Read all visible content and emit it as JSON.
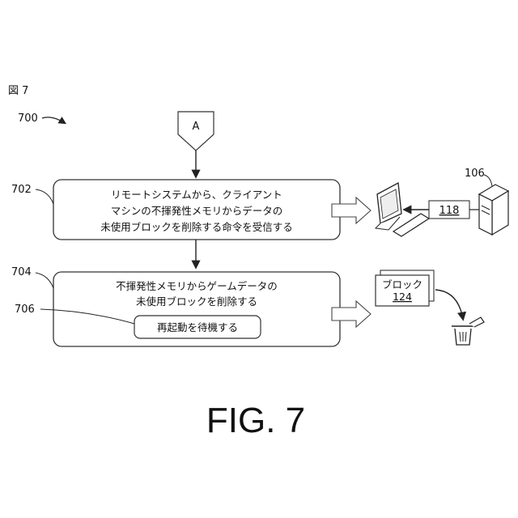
{
  "figure_label": "図 7",
  "figure_number": "700",
  "connector": "A",
  "step_702": {
    "ref": "702",
    "lines": [
      "リモートシステムから、クライアント",
      "マシンの不揮発性メモリからデータの",
      "未使用ブロックを削除する命令を受信する"
    ]
  },
  "step_704": {
    "ref": "704",
    "lines": [
      "不揮発性メモリからゲームデータの",
      "未使用ブロックを削除する"
    ]
  },
  "step_706": {
    "ref": "706",
    "text": "再起動を待機する"
  },
  "server_ref": "106",
  "message_ref": "118",
  "block": {
    "label": "ブロック",
    "ref": "124"
  },
  "caption": "FIG. 7"
}
